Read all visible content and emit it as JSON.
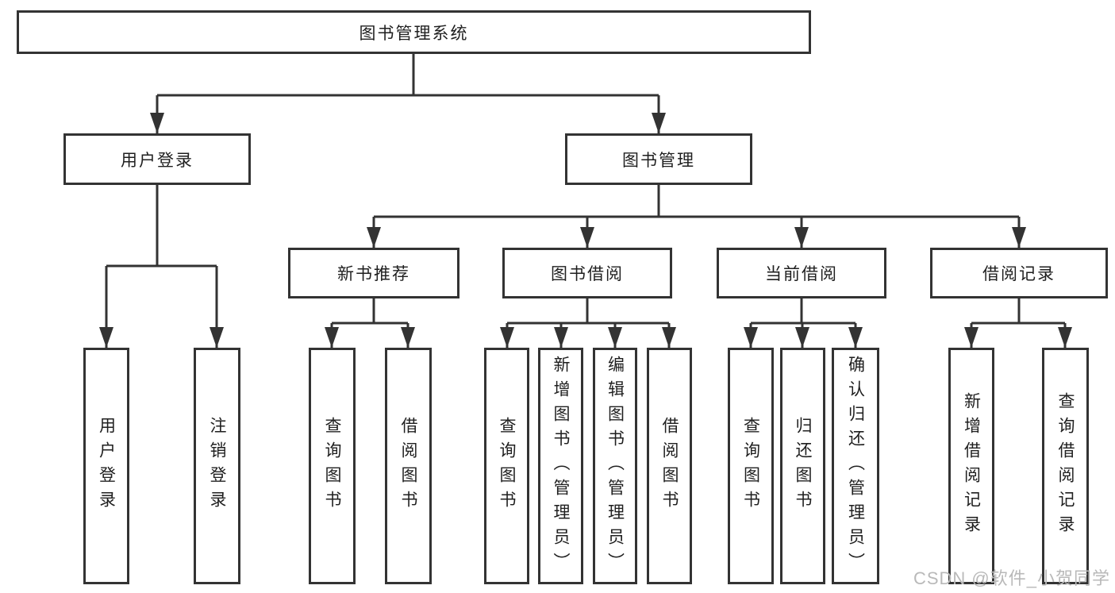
{
  "tree": {
    "root": {
      "label": "图书管理系统"
    },
    "user_login": {
      "label": "用户登录",
      "children": [
        "用户登录",
        "注销登录"
      ]
    },
    "book_mgmt": {
      "label": "图书管理",
      "groups": [
        {
          "label": "新书推荐",
          "children": [
            "查询图书",
            "借阅图书"
          ]
        },
        {
          "label": "图书借阅",
          "children": [
            "查询图书",
            "新增图书（管理员）",
            "编辑图书（管理员）",
            "借阅图书"
          ]
        },
        {
          "label": "当前借阅",
          "children": [
            "查询图书",
            "归还图书",
            "确认归还（管理员）"
          ]
        },
        {
          "label": "借阅记录",
          "children": [
            "新增借阅记录",
            "查询借阅记录"
          ]
        }
      ]
    }
  },
  "watermark": {
    "text": "CSDN @软件_小贺同学"
  },
  "colors": {
    "line": "#333333",
    "box_border": "#333333",
    "text": "#1f1f1f",
    "watermark": "#b9b9b9",
    "background": "#ffffff"
  }
}
